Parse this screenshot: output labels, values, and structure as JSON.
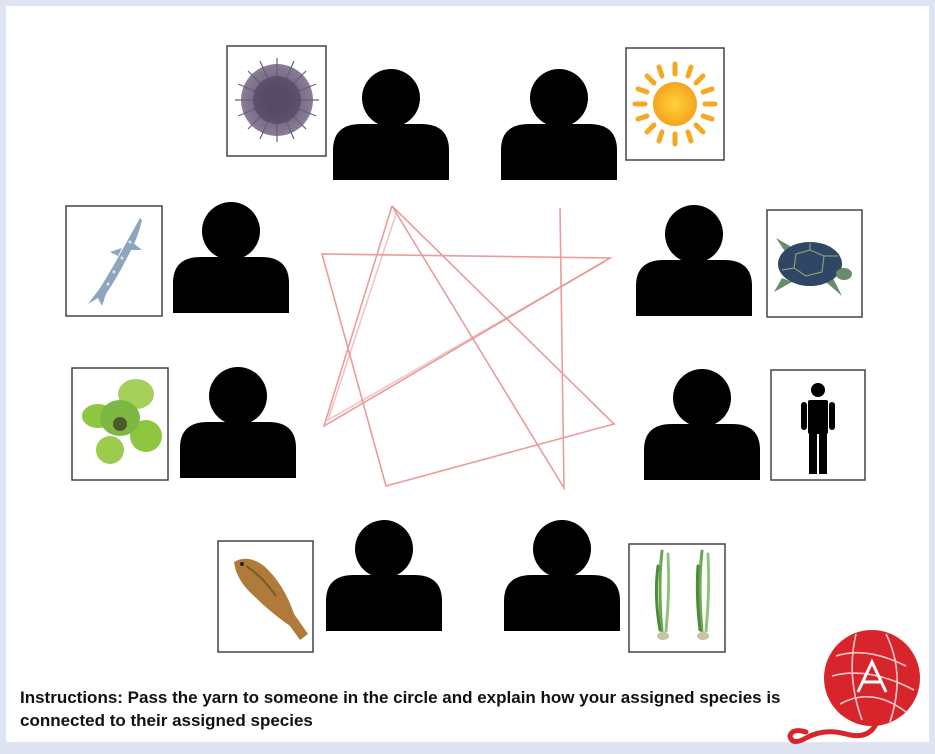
{
  "instructions": "Instructions: Pass the yarn to someone in the circle and explain how your assigned species is connected to their assigned species",
  "participants": [
    {
      "role": "person",
      "species": "sea urchin"
    },
    {
      "role": "person",
      "species": "sun"
    },
    {
      "role": "person",
      "species": "shark"
    },
    {
      "role": "person",
      "species": "sea turtle"
    },
    {
      "role": "person",
      "species": "kelp"
    },
    {
      "role": "person",
      "species": "human"
    },
    {
      "role": "person",
      "species": "fish"
    },
    {
      "role": "person",
      "species": "seagrass"
    }
  ],
  "yarn_color": "#e06a6a",
  "yarn_ball_color": "#d8242b"
}
